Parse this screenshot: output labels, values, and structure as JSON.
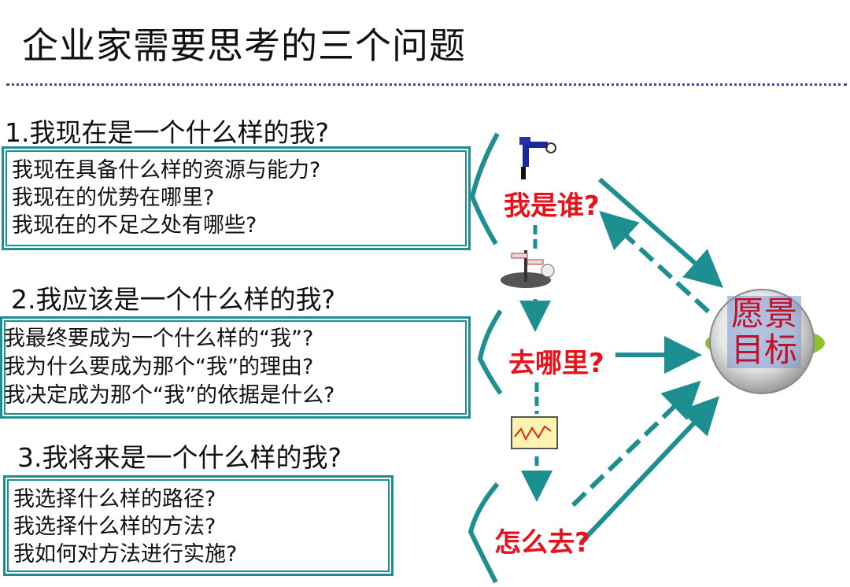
{
  "title": "企业家需要思考的三个问题",
  "questions": [
    {
      "heading": "1.我现在是一个什么样的我?",
      "lines": [
        "我现在具备什么样的资源与能力?",
        "我现在的优势在哪里?",
        "我现在的不足之处有哪些?"
      ]
    },
    {
      "heading": "2.我应该是一个什么样的我?",
      "lines": [
        "我最终要成为一个什么样的“我”?",
        "我为什么要成为那个“我”的理由?",
        "我决定成为那个“我”的依据是什么?"
      ]
    },
    {
      "heading": "3.我将来是一个什么样的我?",
      "lines": [
        "我选择什么样的路径?",
        "我选择什么样的方法?",
        "我如何对方法进行实施?"
      ]
    }
  ],
  "flow": {
    "who": "我是谁?",
    "where": "去哪里?",
    "how": "怎么去?"
  },
  "goal": {
    "line1": "愿景",
    "line2": "目标"
  },
  "colors": {
    "teal": "#1d8f91",
    "red": "#e8111c",
    "divider": "#3b4aa6"
  }
}
